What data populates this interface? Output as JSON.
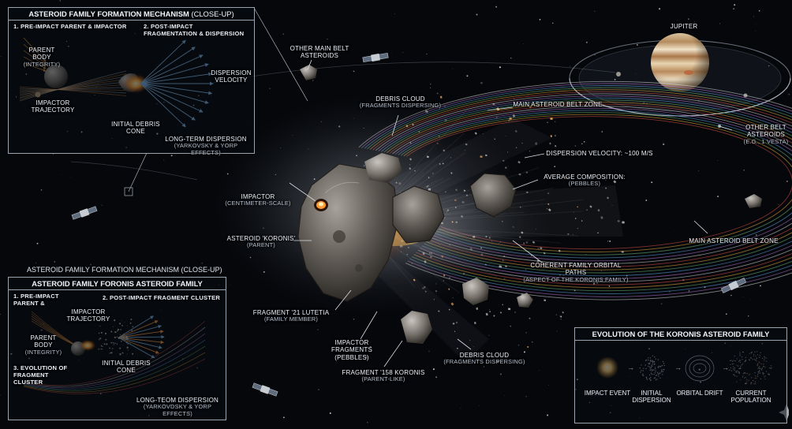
{
  "main": {
    "jupiter": "JUPITER",
    "other_main_belt": "OTHER MAIN BELT ASTEROIDS",
    "debris_cloud_top": {
      "title": "DEBRIS CLOUD",
      "sub": "(FRAGMENTS DISPERSING)"
    },
    "main_belt_zone_top": "MAIN ASTEROID BELT ZONE",
    "other_belt_right": {
      "title": "OTHER BELT ASTEROIDS",
      "sub": "(e.g., 1 VESTA)"
    },
    "dispersion_velocity": "DISPERSION VELOCITY: ~100 M/S",
    "average_composition": {
      "title": "AVERAGE COMPOSITION:",
      "sub": "(PEBBLES)"
    },
    "impactor": {
      "title": "IMPACTOR",
      "sub": "(CENTIMETER-SCALE)"
    },
    "koronis": {
      "title": "ASTEROID 'KORONIS'",
      "sub": "(PARENT)"
    },
    "main_belt_zone_right": "MAIN ASTEROID BELT ZONE",
    "coherent_paths": {
      "title": "COHERENT FAMILY ORBITAL PATHS",
      "sub": "(ASPECT OF THE KORONIS FAMILY)"
    },
    "fragment_lutetia": {
      "title": "FRAGMENT '21 LUTETIA",
      "sub": "(FAMILY MEMBER)"
    },
    "impactor_fragments": {
      "title": "IMPACTOR FRAGMENTS (PEBBLES)"
    },
    "debris_cloud_bottom": {
      "title": "DEBRIS CLOUD",
      "sub": "(FRAGMENTS DISPERSING)"
    },
    "fragment_koronis": {
      "title": "FRAGMENT '158 KORONIS",
      "sub": "(PARENT-LIKE)"
    }
  },
  "panel_top": {
    "title_bold": "ASTEROID FAMILY FORMATION MECHANISM",
    "title_thin": "(CLOSE-UP)",
    "step1": "1. PRE-IMPACT PARENT & IMPACTOR",
    "step2": "2. POST-IMPACT FRAGMENTATION & DISPERSION",
    "parent_body": {
      "title": "PARENT BODY",
      "sub": "(INTEGRITY)"
    },
    "impactor_traj": "IMPACTOR TRAJECTORY",
    "initial_cone": "INITIAL DEBRIS CONE",
    "dispersion_velocity": "DISPERSION VELOCITY",
    "long_term": {
      "title": "LONG-TERM DISPERSION",
      "sub": "(YARKOVSKY & YORP EFFECTS)"
    }
  },
  "panel_bottom": {
    "floating_title": "ASTEROID FAMILY FORMATION MECHANISM (CLOSE-UP)",
    "title": "ASTEROID FAMILY FORONIS ASTEROID FAMILY",
    "step1": "1. PRE-IMPACT PARENT &",
    "impactor_traj": "IMPACTOR TRAJECTORY",
    "step2": "2. POST-IMPACT FRAGMENT CLUSTER",
    "parent_body": {
      "title": "PARENT BODY",
      "sub": "(INTEGRITY)"
    },
    "initial_cone": "INITIAL DEBRIS CONE",
    "step3": "3. EVOLUTION OF FRAGMENT CLUSTER",
    "long_term": {
      "title": "LONG-TEOM DISPERSION",
      "sub": "(YARKOVDSKY & YORP EFFECTS)"
    }
  },
  "panel_evolution": {
    "title": "EVOLUTION OF THE KORONIS ASTEROID FAMILY",
    "stages": [
      "IMPACT EVENT",
      "INITIAL DISPERSION",
      "ORBITAL DRIFT",
      "CURRENT POPULATION"
    ]
  },
  "colors": {
    "background": "#05070b",
    "fire": "#ff8a2a",
    "dispersion_arrow": "#7fb6e6",
    "orbit_colors": [
      "#e2544a",
      "#f0b43c",
      "#6fc07a",
      "#5fa8e8",
      "#c27ee0",
      "#e0e0e0"
    ]
  }
}
